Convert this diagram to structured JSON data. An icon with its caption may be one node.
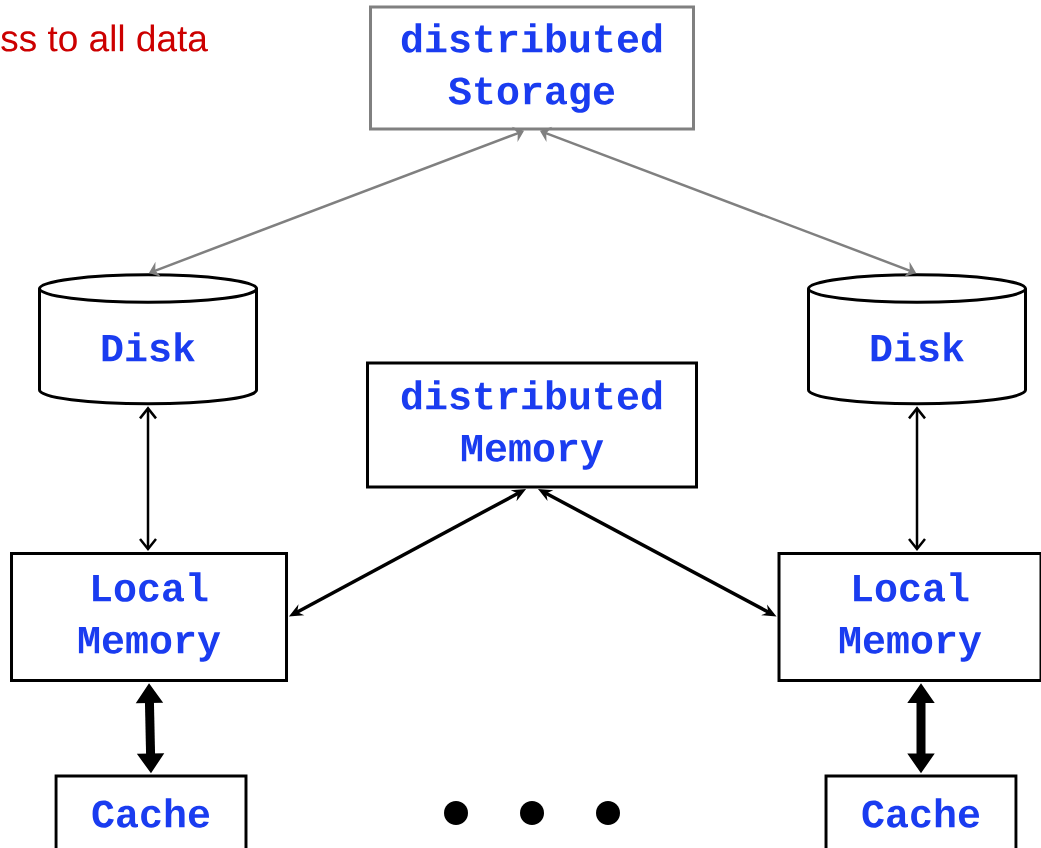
{
  "diagram": {
    "nodes": [
      {
        "text": [
          "distributed Storage"
        ]
      },
      {
        "text": [
          "Disk"
        ]
      },
      {
        "text": [
          "Disk"
        ]
      },
      {
        "text": [
          "distributed Memory"
        ]
      },
      {
        "text": [
          "Local Memory"
        ]
      },
      {
        "text": [
          "Local Memory"
        ]
      },
      {
        "text": [
          "Cache"
        ]
      },
      {
        "text": [
          "Cache"
        ]
      }
    ],
    "edges": [
      {
        "from": 0,
        "to": 1,
        "arrow": "both",
        "color": "#808080"
      },
      {
        "from": 0,
        "to": 2,
        "arrow": "both",
        "color": "#808080"
      },
      {
        "from": 1,
        "to": 4,
        "arrow": "both"
      },
      {
        "from": 2,
        "to": 5,
        "arrow": "both"
      },
      {
        "from": 3,
        "to": 4,
        "arrow": "both"
      },
      {
        "from": 3,
        "to": 5,
        "arrow": "both"
      },
      {
        "from": 4,
        "to": 6,
        "arrow": "both",
        "style": "thick"
      },
      {
        "from": 5,
        "to": 7,
        "arrow": "both",
        "style": "thick"
      }
    ],
    "labels": [
      "ss to all data"
    ]
  }
}
